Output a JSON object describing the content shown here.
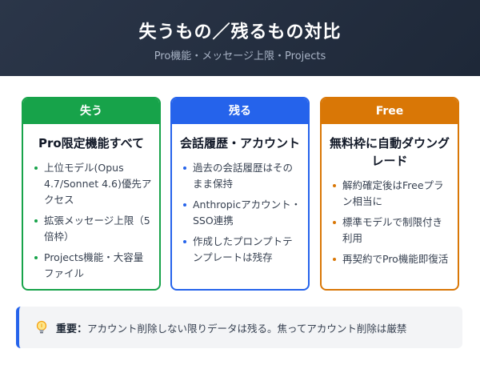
{
  "header": {
    "title": "失うもの／残るもの対比",
    "subtitle": "Pro機能・メッセージ上限・Projects"
  },
  "cards": [
    {
      "head": "失う",
      "title": "Pro限定機能すべて",
      "items": [
        "上位モデル(Opus 4.7/Sonnet 4.6)優先アクセス",
        "拡張メッセージ上限（5倍枠）",
        "Projects機能・大容量ファイル"
      ],
      "color": "#17a34a"
    },
    {
      "head": "残る",
      "title": "会話履歴・アカウント",
      "items": [
        "過去の会話履歴はそのまま保持",
        "Anthropicアカウント・SSO連携",
        "作成したプロンプトテンプレートは残存"
      ],
      "color": "#2563eb"
    },
    {
      "head": "Free",
      "title": "無料枠に自動ダウングレード",
      "items": [
        "解約確定後はFreeプラン相当に",
        "標準モデルで制限付き利用",
        "再契約でPro機能即復活"
      ],
      "color": "#d97706"
    }
  ],
  "note": {
    "icon": "lightbulb-icon",
    "label": "重要：",
    "text": "アカウント削除しない限りデータは残る。焦ってアカウント削除は厳禁"
  }
}
